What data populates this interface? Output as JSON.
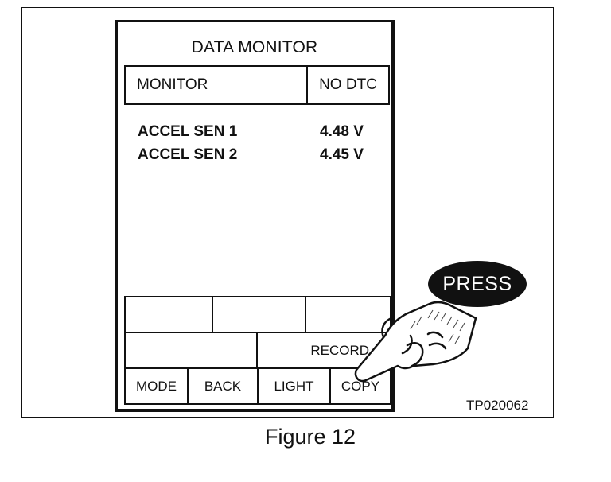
{
  "screen": {
    "title": "DATA MONITOR",
    "header": {
      "left": "MONITOR",
      "right": "NO DTC"
    },
    "items": [
      {
        "label": "ACCEL SEN 1",
        "value": "4.48 V"
      },
      {
        "label": "ACCEL SEN 2",
        "value": "4.45 V"
      }
    ]
  },
  "buttons": {
    "row1": [
      "",
      "",
      ""
    ],
    "row2": [
      "",
      "RECORD"
    ],
    "row3": [
      "MODE",
      "BACK",
      "LIGHT",
      "COPY"
    ]
  },
  "callout": {
    "text": "PRESS",
    "icon": "pointing-hand-icon"
  },
  "figure": {
    "code": "TP020062",
    "caption": "Figure 12"
  }
}
